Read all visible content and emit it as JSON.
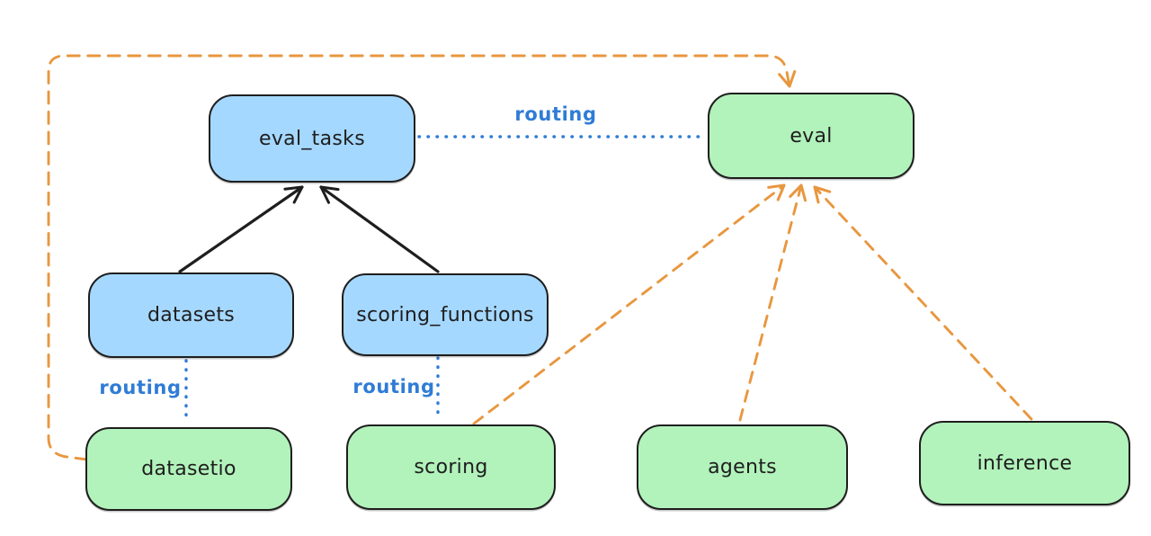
{
  "diagram": {
    "nodes": [
      {
        "id": "eval_tasks",
        "label": "eval_tasks",
        "fill": "#a5d8ff"
      },
      {
        "id": "eval",
        "label": "eval",
        "fill": "#b2f2bb"
      },
      {
        "id": "datasets",
        "label": "datasets",
        "fill": "#a5d8ff"
      },
      {
        "id": "scoring_functions",
        "label": "scoring_functions",
        "fill": "#a5d8ff"
      },
      {
        "id": "datasetio",
        "label": "datasetio",
        "fill": "#b2f2bb"
      },
      {
        "id": "scoring",
        "label": "scoring",
        "fill": "#b2f2bb"
      },
      {
        "id": "agents",
        "label": "agents",
        "fill": "#b2f2bb"
      },
      {
        "id": "inference",
        "label": "inference",
        "fill": "#b2f2bb"
      }
    ],
    "edges": [
      {
        "from": "eval_tasks",
        "to": "eval",
        "style": "dotted",
        "color": "#2f7cd6",
        "label": "routing",
        "arrow": false
      },
      {
        "from": "datasets",
        "to": "eval_tasks",
        "style": "solid",
        "color": "#1e1e1e",
        "label": "",
        "arrow": true
      },
      {
        "from": "scoring_functions",
        "to": "eval_tasks",
        "style": "solid",
        "color": "#1e1e1e",
        "label": "",
        "arrow": true
      },
      {
        "from": "datasets",
        "to": "datasetio",
        "style": "dotted",
        "color": "#2f7cd6",
        "label": "routing",
        "arrow": false
      },
      {
        "from": "scoring_functions",
        "to": "scoring",
        "style": "dotted",
        "color": "#2f7cd6",
        "label": "routing",
        "arrow": false
      },
      {
        "from": "datasetio",
        "to": "eval",
        "style": "dashed",
        "color": "#e8973f",
        "label": "",
        "arrow": true,
        "route": "around-left-and-top"
      },
      {
        "from": "scoring",
        "to": "eval",
        "style": "dashed",
        "color": "#e8973f",
        "label": "",
        "arrow": true
      },
      {
        "from": "agents",
        "to": "eval",
        "style": "dashed",
        "color": "#e8973f",
        "label": "",
        "arrow": true
      },
      {
        "from": "inference",
        "to": "eval",
        "style": "dashed",
        "color": "#e8973f",
        "label": "",
        "arrow": true
      }
    ],
    "colors": {
      "background": "#ffffff",
      "node_stroke": "#1e1e1e",
      "blue_fill": "#a5d8ff",
      "green_fill": "#b2f2bb",
      "routing_blue": "#2f7cd6",
      "orange_dashed": "#e8973f",
      "solid_arrow_black": "#1e1e1e"
    }
  }
}
